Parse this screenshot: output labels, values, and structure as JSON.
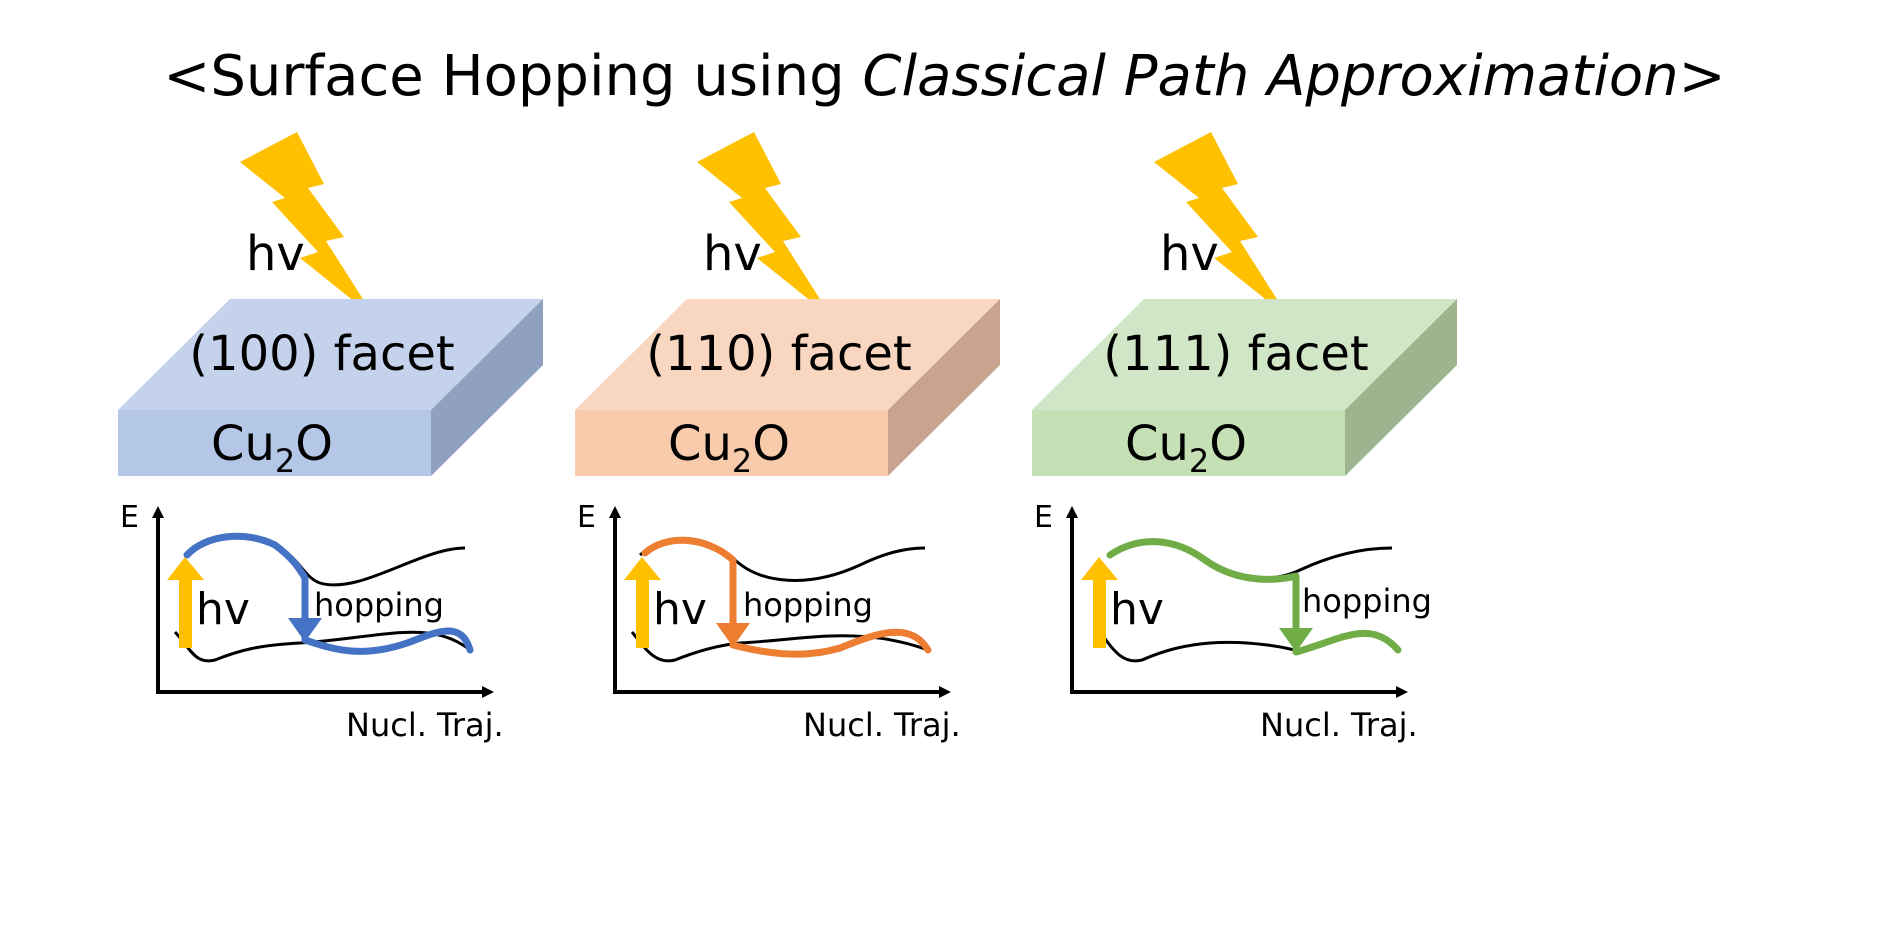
{
  "title": {
    "open": "<",
    "prefix": "Surface Hopping using ",
    "italic": "Classical Path Approximation",
    "close": ">"
  },
  "colors": {
    "lightning": "#FFC000",
    "axis": "#000000",
    "black_curve": "#000000"
  },
  "panels": [
    {
      "photon_label": "hv",
      "facet_label": "(100) facet",
      "material": {
        "base": "Cu",
        "subscript": "2",
        "suffix": "O"
      },
      "y_axis_label": "E",
      "x_axis_label": "Nucl. Traj.",
      "excitation_label": "hv",
      "hop_label": "hopping",
      "colors": {
        "top": "#C4D2EB",
        "front": "#B4C7E7",
        "side": "#8FA1BE",
        "path": "#4472C4"
      }
    },
    {
      "photon_label": "hv",
      "facet_label": "(110) facet",
      "material": {
        "base": "Cu",
        "subscript": "2",
        "suffix": "O"
      },
      "y_axis_label": "E",
      "x_axis_label": "Nucl. Traj.",
      "excitation_label": "hv",
      "hop_label": "hopping",
      "colors": {
        "top": "#F9D6C0",
        "front": "#F8CBAD",
        "side": "#C8A490",
        "path": "#ED7D31"
      }
    },
    {
      "photon_label": "hv",
      "facet_label": "(111) facet",
      "material": {
        "base": "Cu",
        "subscript": "2",
        "suffix": "O"
      },
      "y_axis_label": "E",
      "x_axis_label": "Nucl. Traj.",
      "excitation_label": "hv",
      "hop_label": "hopping",
      "colors": {
        "top": "#D1E6C6",
        "front": "#C5E0B4",
        "side": "#9DB48F",
        "path": "#70AD47"
      }
    }
  ]
}
